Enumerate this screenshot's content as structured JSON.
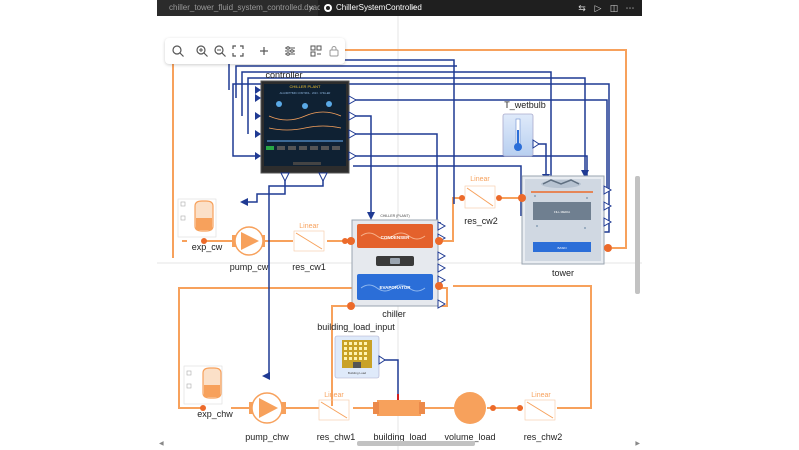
{
  "tabs": [
    {
      "label": "chiller_tower_fluid_system_controlled.dyad",
      "active": false
    },
    {
      "label": "ChillerSystemControlled",
      "active": true
    }
  ],
  "toolbar": {
    "icons": [
      "search-icon",
      "zoom-in-icon",
      "zoom-out-icon",
      "fit-icon",
      "add-icon",
      "settings-sliders-icon",
      "layout-icon",
      "lock-icon"
    ]
  },
  "window_actions": [
    "compare-icon",
    "run-icon",
    "split-icon",
    "more-icon"
  ],
  "colors": {
    "orange": "#f7a15c",
    "navy": "#1f3a93",
    "accent": "#ec6a2a",
    "blue": "#2b6ed8"
  },
  "diagram": {
    "components": {
      "controller": {
        "label": "controller",
        "screen_title": "CHILLER PLANT",
        "screen_subtitle": "ALGORITHMIC CONTROL · 2023 · CHILLER"
      },
      "t_wetbulb": {
        "label": "T_wetbulb"
      },
      "tower": {
        "label": "tower",
        "fill_label": "FILL MEDIA",
        "basin_label": "BASIN"
      },
      "chiller": {
        "label": "chiller",
        "header": "CHILLER (PLANT)",
        "condenser_label": "CONDENSER",
        "evaporator_label": "EVAPORATOR"
      },
      "building_load_input": {
        "label": "building_load_input",
        "caption": "Building Load"
      },
      "exp_cw": {
        "label": "exp_cw"
      },
      "pump_cw": {
        "label": "pump_cw"
      },
      "res_cw1": {
        "label": "res_cw1",
        "kind": "Linear"
      },
      "res_cw2": {
        "label": "res_cw2",
        "kind": "Linear"
      },
      "exp_chw": {
        "label": "exp_chw"
      },
      "pump_chw": {
        "label": "pump_chw"
      },
      "res_chw1": {
        "label": "res_chw1",
        "kind": "Linear"
      },
      "building_load": {
        "label": "building_load"
      },
      "volume_load": {
        "label": "volume_load"
      },
      "res_chw2": {
        "label": "res_chw2",
        "kind": "Linear"
      }
    }
  }
}
